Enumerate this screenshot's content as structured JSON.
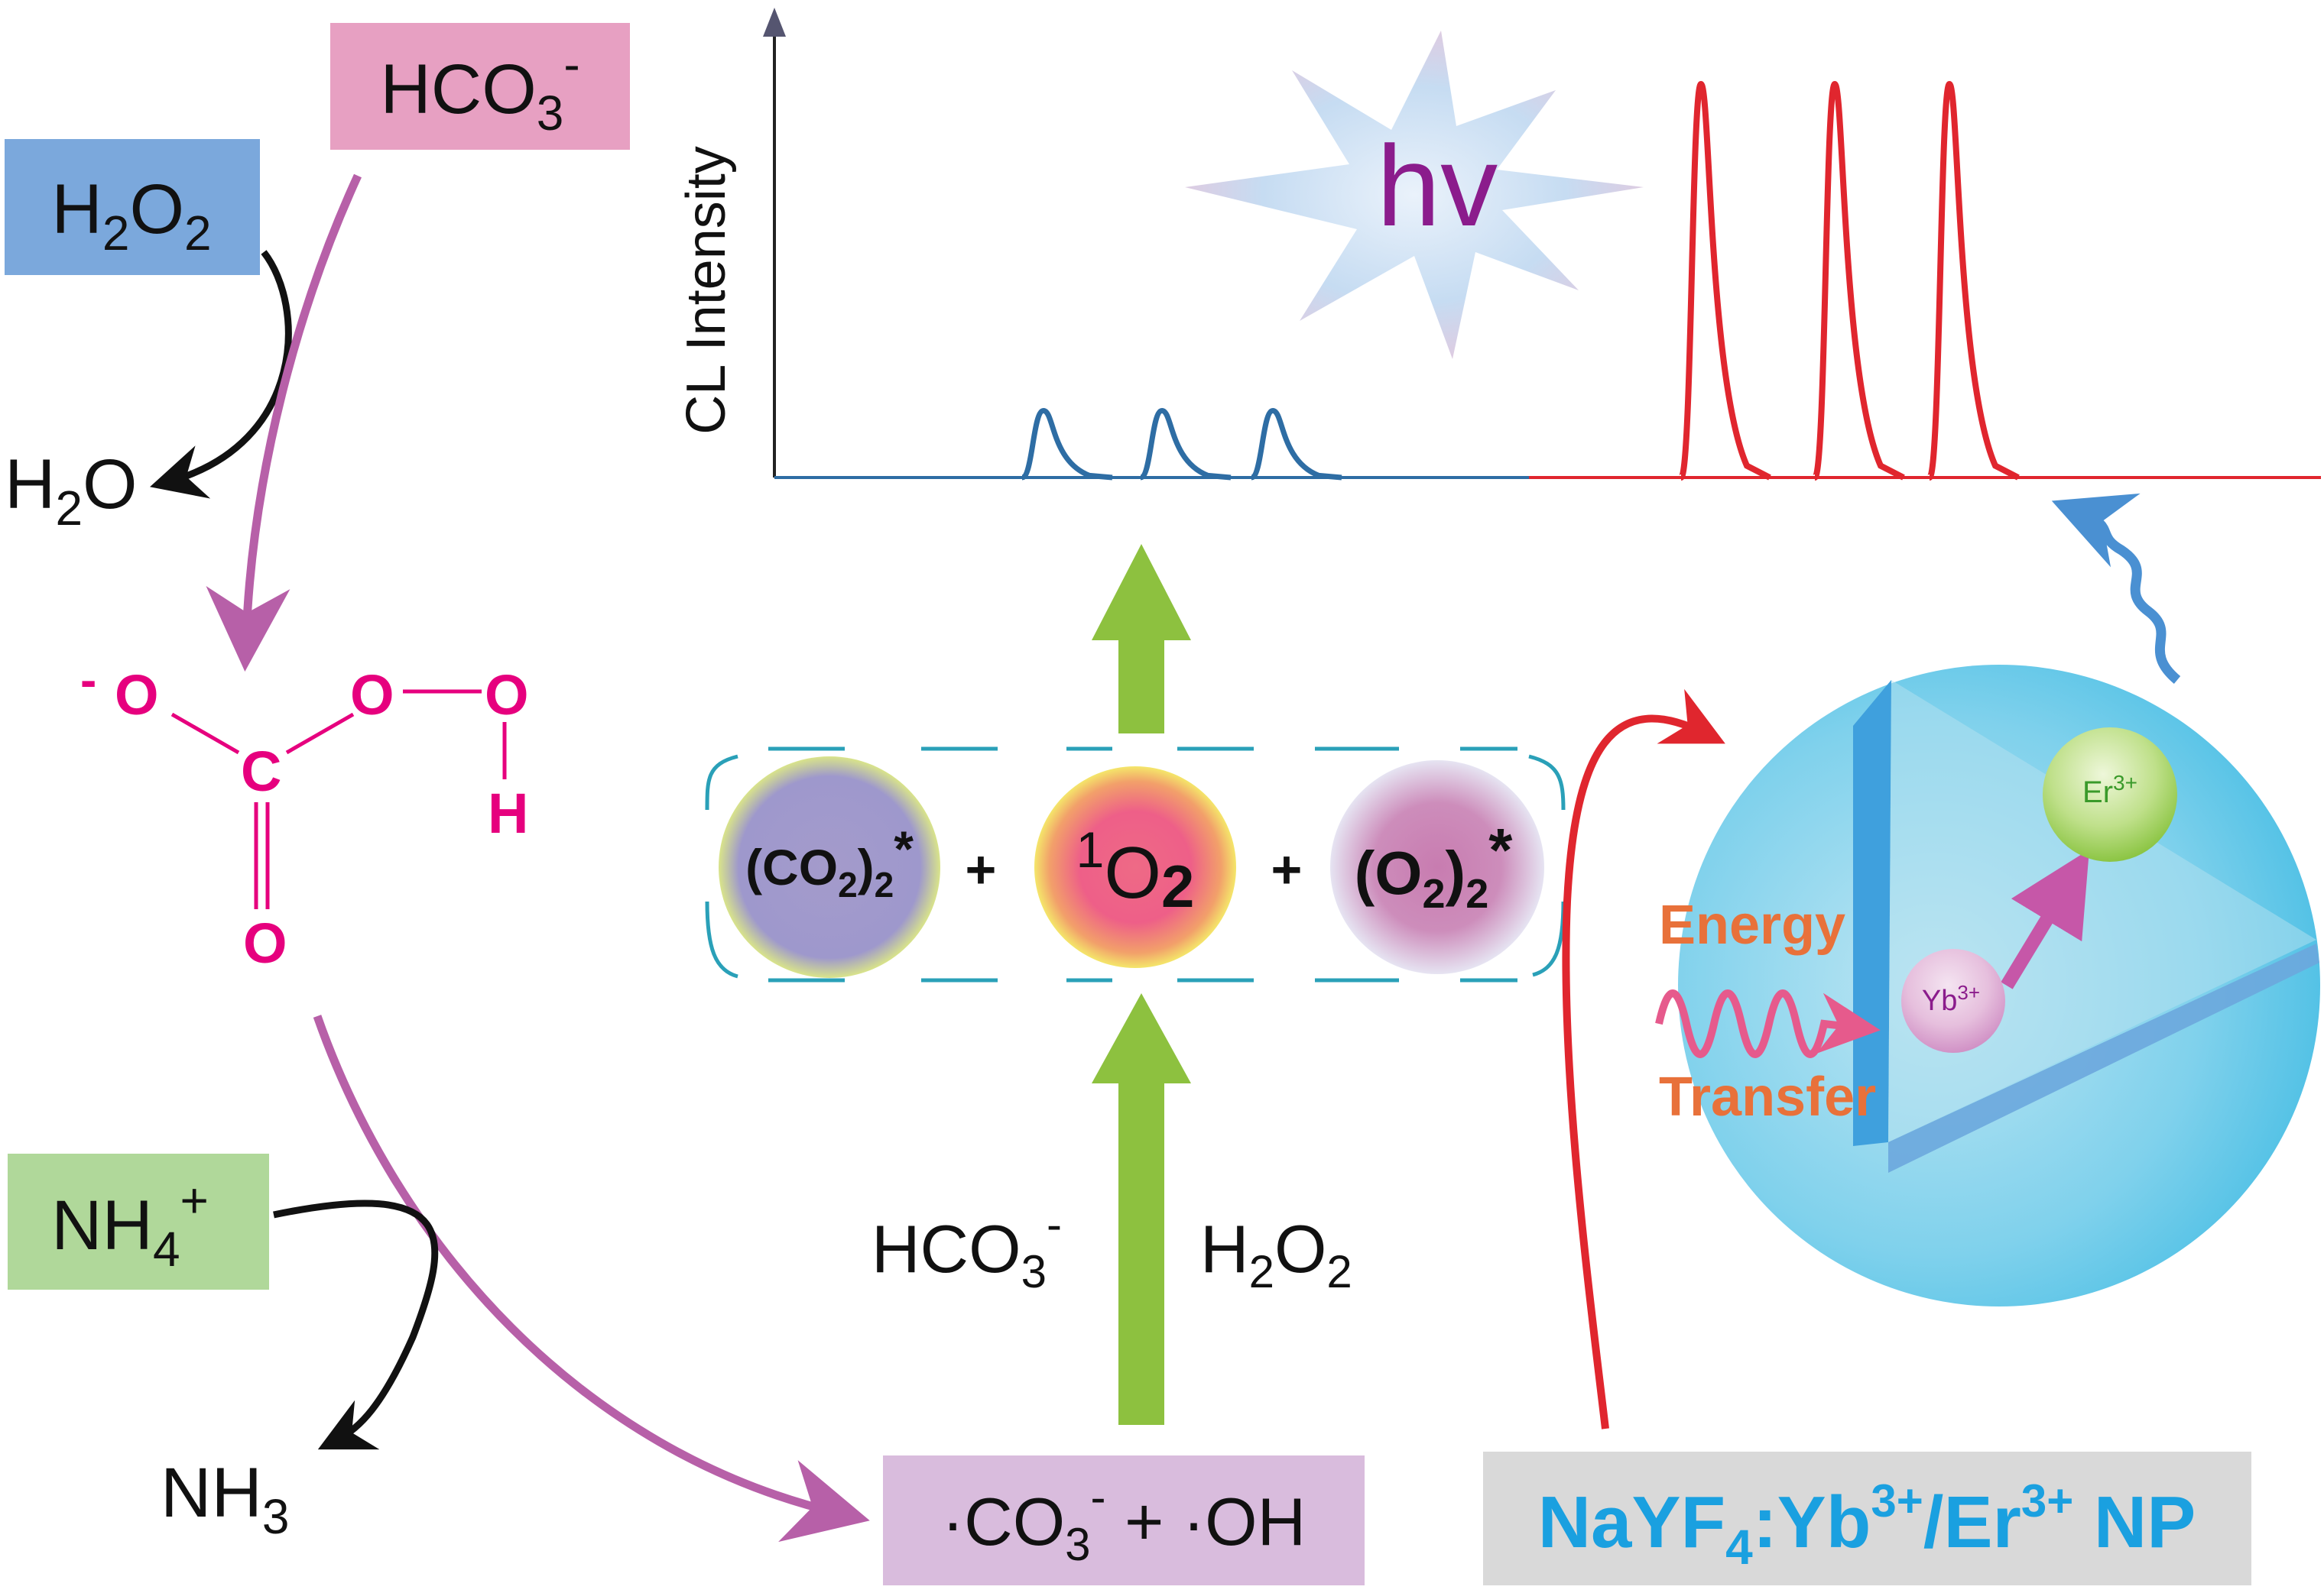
{
  "boxes": {
    "h2o2": {
      "base": "H",
      "sub1": "2",
      "mid": "O",
      "sub2": "2",
      "color": "#7BA8DC"
    },
    "hco3": {
      "base": "HCO",
      "sub": "3",
      "sup": "-",
      "color": "#E7A0C2"
    },
    "nh4": {
      "base": "NH",
      "sub": "4",
      "sup": "+",
      "color": "#B0D89A"
    },
    "radicals": {
      "dot1": "·CO",
      "sub": "3",
      "sup": "-",
      "rest": " + ·OH",
      "color": "#D9BCDD"
    },
    "nanoparticle": {
      "base": "NaYF",
      "sub": "4",
      "colon": ":Yb",
      "sup1": "3+",
      "slash": "/Er",
      "sup2": "3+",
      "tail": " NP",
      "color": "#D9D9D9",
      "text_color": "#1AA0E0"
    }
  },
  "labels": {
    "h2o": {
      "base": "H",
      "sub": "2",
      "rest": "O"
    },
    "nh3": {
      "base": "NH",
      "sub": "3"
    },
    "reactant_hco3": {
      "base": "HCO",
      "sub": "3",
      "sup": "-"
    },
    "reactant_h2o2": {
      "base": "H",
      "sub1": "2",
      "mid": "O",
      "sub2": "2"
    }
  },
  "molecule": {
    "o_minus": "O",
    "minus": "-",
    "o_bridge": "O",
    "o_h": "O",
    "h": "H",
    "c": "C",
    "o_double": "O",
    "color": "#E6007E"
  },
  "species": {
    "co2": {
      "base": "(CO",
      "sub1": "2",
      "mid": ")",
      "sub2": "2",
      "star": "*"
    },
    "o2": {
      "sup": "1",
      "base": "O",
      "sub": "2"
    },
    "o2dimer": {
      "base": "(O",
      "sub1": "2",
      "mid": ")",
      "sub2": "2",
      "star": "*"
    },
    "plus": "+"
  },
  "chart": {
    "ylabel": "CL Intensity",
    "hv": "hv",
    "hv_color": "#8B1C8C",
    "blue_color": "#2E6DA4",
    "red_color": "#E0262E"
  },
  "chart_data": {
    "type": "line",
    "title": "",
    "xlabel": "",
    "ylabel": "CL Intensity",
    "series": [
      {
        "peak_centers": [
          1365,
          1520,
          1665
        ],
        "peak_height": 0.17
      },
      {
        "peak_centers": [
          2225,
          2400,
          2550
        ],
        "peak_height": 1.0
      }
    ]
  },
  "nanoparticle_detail": {
    "energy": "Energy",
    "transfer": "Transfer",
    "energy_color": "#E8713A",
    "yb": {
      "base": "Yb",
      "sup": "3+"
    },
    "er": {
      "base": "Er",
      "sup": "3+"
    }
  },
  "colors": {
    "purple_arrow": "#B760A8",
    "green_arrow": "#8DC13F",
    "dash_box": "#2AA0B8",
    "red_arrow": "#E0262E",
    "blue_wave": "#4A90D2"
  }
}
